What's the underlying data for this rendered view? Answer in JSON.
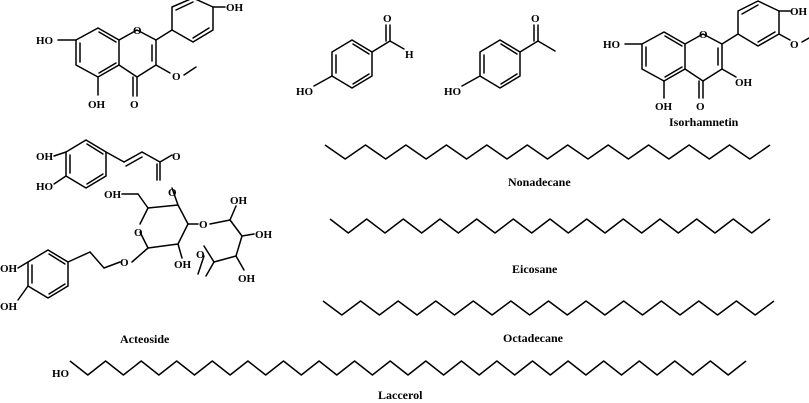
{
  "compounds": {
    "flavone_left": {
      "atoms": {
        "oh_top": "OH",
        "oh_left": "HO",
        "oh_bottom": "OH",
        "ring_o": "O",
        "keto_o": "O",
        "methoxy_o": "O"
      }
    },
    "hydroxybenzaldehyde": {
      "atoms": {
        "oh": "HO",
        "carbonyl_o": "O",
        "h": "H"
      }
    },
    "hydroxyacetophenone": {
      "atoms": {
        "oh": "HO",
        "carbonyl_o": "O"
      }
    },
    "isorhamnetin": {
      "name": "Isorhamnetin",
      "atoms": {
        "oh_top": "OH",
        "oh_left": "HO",
        "ring_o": "O",
        "keto_o": "O",
        "oh_3": "OH",
        "oh_5": "OH",
        "methoxy_o": "O"
      }
    },
    "acteoside": {
      "name": "Acteoside",
      "atoms": {
        "caff_oh1": "OH",
        "caff_oh2": "HO",
        "ester_o": "O",
        "ester_o2": "O",
        "glc_oh6": "OH",
        "glc_ring_o": "O",
        "glc_link_o": "O",
        "glc_oh2": "OH",
        "rha_link_o": "O",
        "rha_oh2": "OH",
        "rha_ring_o": "O",
        "rha_oh3": "OH",
        "rha_oh4": "OH",
        "phe_oh1": "OH",
        "phe_oh2": "OH",
        "ether_o": "O"
      }
    },
    "nonadecane": {
      "name": "Nonadecane"
    },
    "eicosane": {
      "name": "Eicosane"
    },
    "octadecane": {
      "name": "Octadecane"
    },
    "laccerol": {
      "name": "Laccerol",
      "atoms": {
        "oh": "HO"
      }
    }
  }
}
